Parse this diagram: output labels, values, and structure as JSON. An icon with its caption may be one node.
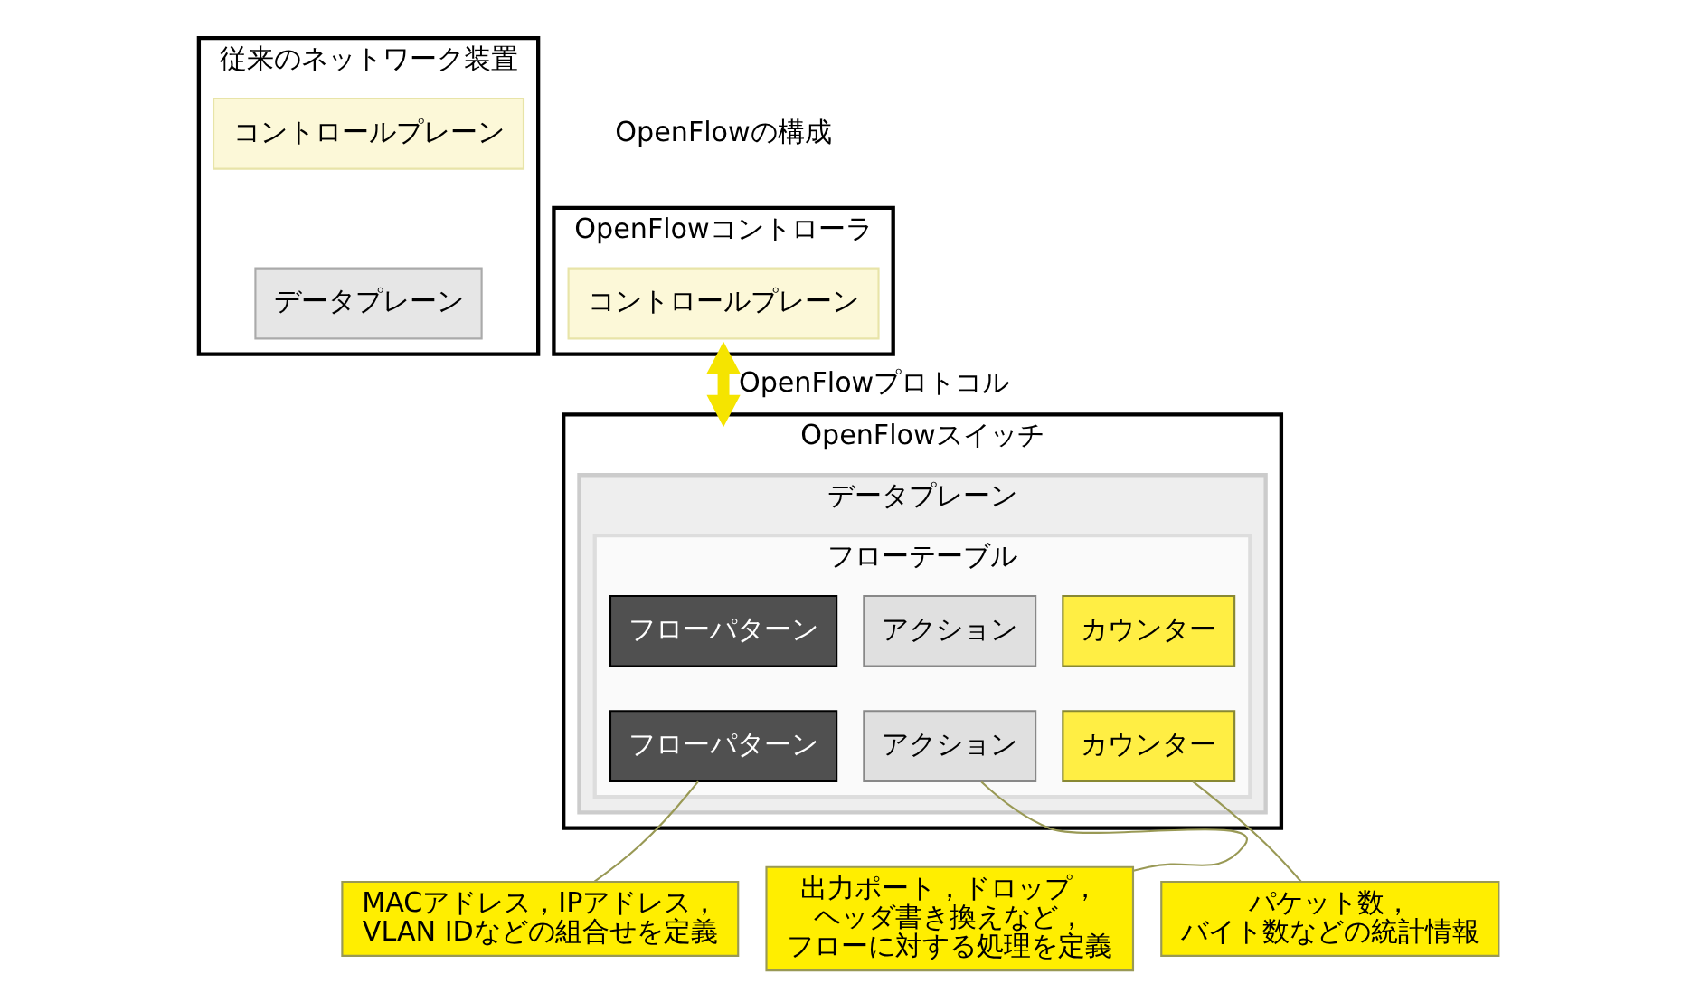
{
  "diagram": {
    "nodes": [
      {
        "text": [
          "従来のネットワーク装置"
        ]
      },
      {
        "text": [
          "コントロールプレーン"
        ],
        "in": 0
      },
      {
        "text": [
          "データプレーン"
        ],
        "in": 0
      },
      {
        "text": [
          "OpenFlowコントローラ"
        ]
      },
      {
        "text": [
          "コントロールプレーン"
        ],
        "in": 3
      },
      {
        "text": [
          "OpenFlowスイッチ"
        ]
      },
      {
        "text": [
          "データプレーン"
        ],
        "in": 5
      },
      {
        "text": [
          "フローテーブル"
        ],
        "in": 6
      },
      {
        "text": [
          "フローパターン"
        ],
        "in": 7
      },
      {
        "text": [
          "アクション"
        ],
        "in": 7
      },
      {
        "text": [
          "カウンター"
        ],
        "in": 7
      },
      {
        "text": [
          "フローパターン"
        ],
        "in": 7
      },
      {
        "text": [
          "アクション"
        ],
        "in": 7
      },
      {
        "text": [
          "カウンター"
        ],
        "in": 7
      },
      {
        "text": [
          "MACアドレス，IPアドレス，VLAN IDなどの組合せを定義"
        ]
      },
      {
        "text": [
          "出力ポート，ドロップ，ヘッダ書き換えなど，フローに対する処理を定義"
        ]
      },
      {
        "text": [
          "パケット数，バイト数などの統計情報"
        ]
      }
    ],
    "edges": [
      {
        "from": 3,
        "to": 5,
        "arrow": "both",
        "label": "OpenFlowプロトコル",
        "style": "thick",
        "color": "#f5e400"
      },
      {
        "from": 14,
        "to": 11,
        "arrow": "none"
      },
      {
        "from": 15,
        "to": 12,
        "arrow": "none"
      },
      {
        "from": 16,
        "to": 13,
        "arrow": "none"
      }
    ],
    "labels": [
      "OpenFlowの構成"
    ]
  }
}
